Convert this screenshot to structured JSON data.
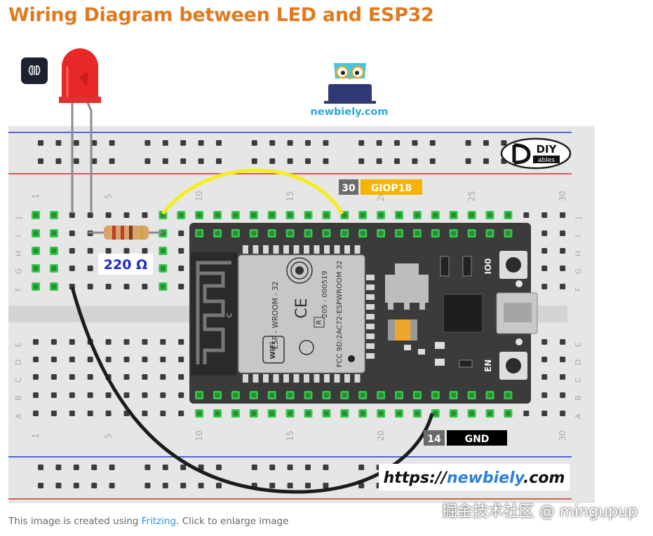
{
  "title": "Wiring Diagram between LED and ESP32",
  "diagram": {
    "brand_logo": "newbiely.com",
    "diy_logo": {
      "big": "DIY",
      "small": "ables"
    },
    "resistor_label": "220 Ω",
    "pin_gpio": {
      "number": "30",
      "name": "GIOP18"
    },
    "pin_gnd": {
      "number": "14",
      "name": "GND"
    },
    "url_banner": {
      "prefix": "https://",
      "brand": "newbiely",
      "suffix": ".com"
    },
    "column_numbers": [
      "1",
      "5",
      "10",
      "15",
      "20",
      "25",
      "30"
    ],
    "row_letters_top": [
      "J",
      "I",
      "H",
      "G",
      "F"
    ],
    "row_letters_bottom": [
      "E",
      "D",
      "C",
      "B",
      "A"
    ],
    "module": {
      "side_text_1": "ESP - WROOM - 32",
      "side_text_2": "205 - 000519",
      "side_text_3": "FCC 9D:2AC72-ESPWROOM 32",
      "ce_mark": "CE",
      "r_mark": "R",
      "wifi_mark": "WiFi",
      "btn_io0": "IO0",
      "btn_en": "EN",
      "c_mark": "C"
    },
    "colors": {
      "led": "#e82828",
      "yellow_wire": "#f5ee19",
      "black_wire": "#1c1c1c",
      "board": "#3a3a3a",
      "pin_green": "#35c94a",
      "gpio_label_bg": "#f5b400"
    }
  },
  "caption": {
    "prefix": "This image is created using ",
    "link": "Fritzing",
    "suffix": ". Click to enlarge image"
  },
  "watermark": "掘金技术社区 @ mingupup"
}
